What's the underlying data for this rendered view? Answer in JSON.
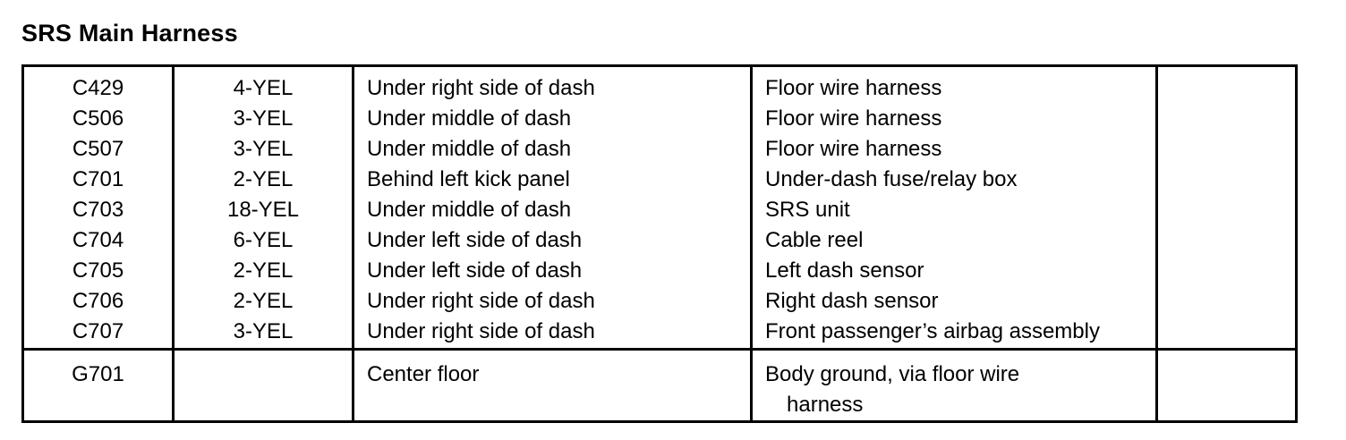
{
  "title": "SRS Main Harness",
  "table": {
    "columns": [
      "code",
      "cavities_color",
      "location",
      "connects_to",
      "notes"
    ],
    "connector_rows": [
      {
        "code": "C429",
        "cavities_color": "4-YEL",
        "location": "Under right side of dash",
        "connects_to": "Floor wire harness",
        "notes": ""
      },
      {
        "code": "C506",
        "cavities_color": "3-YEL",
        "location": "Under middle of dash",
        "connects_to": "Floor wire harness",
        "notes": ""
      },
      {
        "code": "C507",
        "cavities_color": "3-YEL",
        "location": "Under middle of dash",
        "connects_to": "Floor wire harness",
        "notes": ""
      },
      {
        "code": "C701",
        "cavities_color": "2-YEL",
        "location": "Behind left kick panel",
        "connects_to": "Under-dash fuse/relay box",
        "notes": ""
      },
      {
        "code": "C703",
        "cavities_color": "18-YEL",
        "location": "Under middle of dash",
        "connects_to": "SRS unit",
        "notes": ""
      },
      {
        "code": "C704",
        "cavities_color": "6-YEL",
        "location": "Under left side of dash",
        "connects_to": "Cable reel",
        "notes": ""
      },
      {
        "code": "C705",
        "cavities_color": "2-YEL",
        "location": "Under left side of dash",
        "connects_to": "Left dash sensor",
        "notes": ""
      },
      {
        "code": "C706",
        "cavities_color": "2-YEL",
        "location": "Under right side of dash",
        "connects_to": "Right dash sensor",
        "notes": ""
      },
      {
        "code": "C707",
        "cavities_color": "3-YEL",
        "location": "Under right side of dash",
        "connects_to": "Front passenger’s airbag assembly",
        "notes": ""
      }
    ],
    "ground_rows": [
      {
        "code": "G701",
        "cavities_color": "",
        "location": "Center floor",
        "connects_to_line1": "Body ground, via floor wire",
        "connects_to_line2": "harness",
        "notes": ""
      }
    ]
  },
  "colors": {
    "ink": "#000000",
    "paper": "#ffffff"
  }
}
